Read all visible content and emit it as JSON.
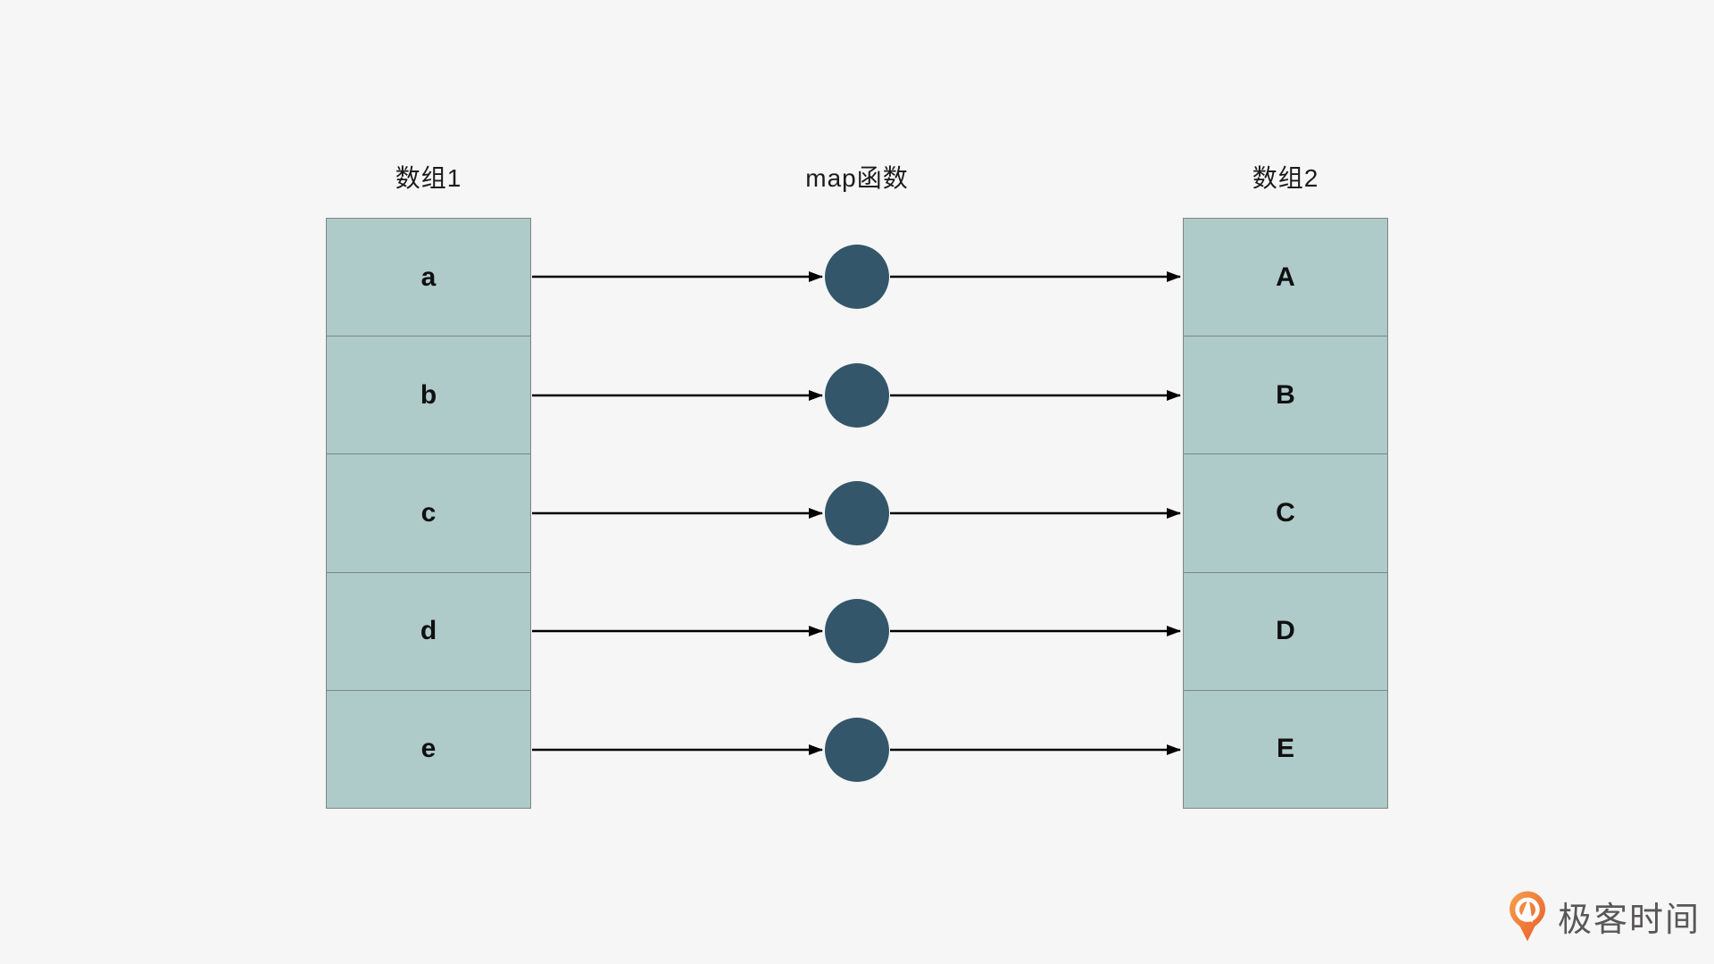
{
  "diagram": {
    "array1": {
      "title": "数组1",
      "cells": [
        "a",
        "b",
        "c",
        "d",
        "e"
      ]
    },
    "map": {
      "title": "map函数",
      "node_icon": "filled-circle",
      "node_count": 5
    },
    "array2": {
      "title": "数组2",
      "cells": [
        "A",
        "B",
        "C",
        "D",
        "E"
      ]
    }
  },
  "logo": {
    "text": "极客时间",
    "icon": "geektime-pin-icon"
  },
  "colors": {
    "background": "#f5f6f5",
    "cell_fill": "#aecac9",
    "cell_border": "#7d8687",
    "node_fill": "#33566a",
    "arrow": "#000000",
    "logo_orange_light": "#f7a14e",
    "logo_orange_dark": "#e85a28",
    "logo_text": "#595757"
  }
}
